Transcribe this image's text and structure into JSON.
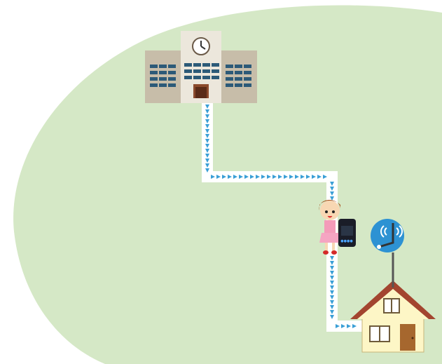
{
  "scene": {
    "description_elements": [
      "school-building",
      "route-path",
      "girl-with-device",
      "antenna-base-station",
      "house"
    ],
    "colors": {
      "background_area": "#d5e8c6",
      "path": "#ffffff",
      "arrow": "#3a9fd6",
      "school_wall": "#c7bda9",
      "school_center": "#ece7dc",
      "school_window": "#2c5a78",
      "house_wall": "#fdf6c6",
      "house_roof": "#a3452f",
      "antenna_circle": "#2d92d3"
    }
  },
  "labels": {
    "device_text": "●●●●"
  }
}
